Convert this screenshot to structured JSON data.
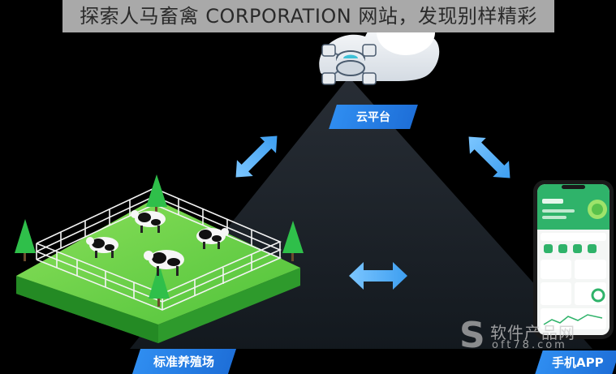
{
  "banner": {
    "title": "探索人马畜禽 CORPORATION 网站，发现别样精彩"
  },
  "nodes": {
    "cloud_label": "云平台",
    "farm_label": "标准养殖场",
    "app_label": "手机APP"
  },
  "watermark": {
    "letter": "S",
    "cn": "软件产品网",
    "en": "oft78.com"
  },
  "colors": {
    "triangle": "#1b2128",
    "badge": "#2a84ea",
    "arrow": "#5fb4f5",
    "grass": "#3fbf3a",
    "phone_green": "#2fb36a"
  }
}
